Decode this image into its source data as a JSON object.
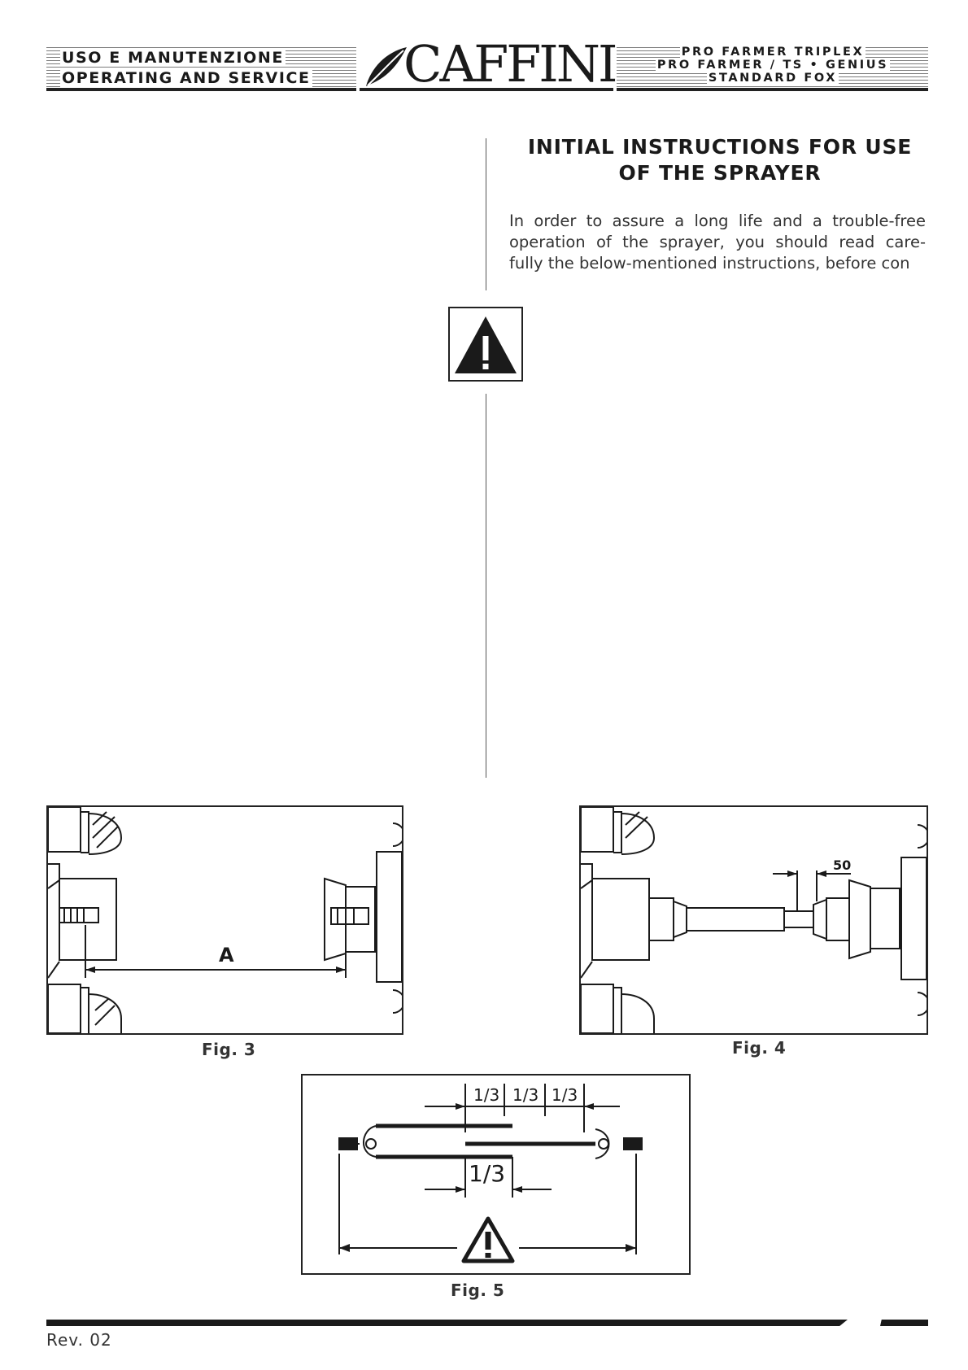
{
  "header": {
    "left_line1": "USO E MANUTENZIONE",
    "left_line2": "OPERATING AND SERVICE",
    "brand": "CAFFINI",
    "right_line1": "PRO FARMER TRIPLEX",
    "right_line2": "PRO FARMER / TS • GENIUS",
    "right_line3": "STANDARD FOX"
  },
  "section": {
    "title_line1": "INITIAL INSTRUCTIONS FOR USE",
    "title_line2": "OF THE SPRAYER",
    "para_line1": "In order to assure a long life and a trouble-free",
    "para_line2": "operation of the sprayer, you should read care-",
    "para_line3": "fully the below-mentioned instructions, before con"
  },
  "figures": {
    "fig3": {
      "caption": "Fig. 3",
      "label_a": "A"
    },
    "fig4": {
      "caption": "Fig. 4",
      "dim_label": "50"
    },
    "fig5": {
      "caption": "Fig. 5",
      "third_1": "1/3",
      "third_2": "1/3",
      "third_3": "1/3",
      "overlap": "1/3"
    }
  },
  "footer": {
    "revision": "Rev. 02"
  },
  "icons": [
    "warning-triangle-icon",
    "caffini-leaf-logo-icon",
    "small-warning-icon"
  ]
}
